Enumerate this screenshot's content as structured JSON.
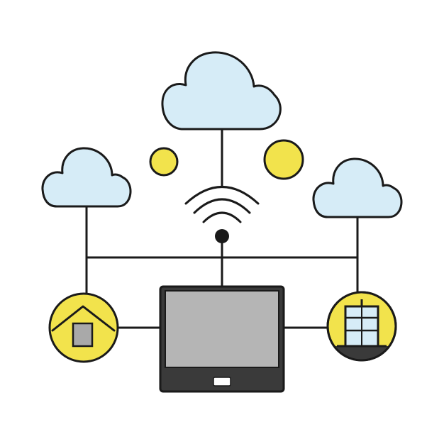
{
  "diagram": {
    "nodes": [
      {
        "id": "cloud-top",
        "kind": "cloud",
        "icon": "cloud-icon"
      },
      {
        "id": "cloud-left",
        "kind": "cloud",
        "icon": "cloud-icon"
      },
      {
        "id": "cloud-right",
        "kind": "cloud",
        "icon": "cloud-icon"
      },
      {
        "id": "wifi",
        "kind": "wireless",
        "icon": "wifi-icon"
      },
      {
        "id": "home",
        "kind": "home",
        "icon": "house-icon"
      },
      {
        "id": "tablet",
        "kind": "device",
        "icon": "tablet-icon"
      },
      {
        "id": "server",
        "kind": "server",
        "icon": "server-icon"
      }
    ],
    "decorations": [
      "dot-icon",
      "dot-icon"
    ],
    "colors": {
      "cloud_fill": "#d6ecf7",
      "circle_fill": "#f2e34c",
      "outline": "#1a1a1a",
      "screen": "#b5b5b5",
      "device_body": "#3a3a3a",
      "house_fill": "#a9a9a9",
      "server_fill": "#d6ecf7"
    }
  }
}
